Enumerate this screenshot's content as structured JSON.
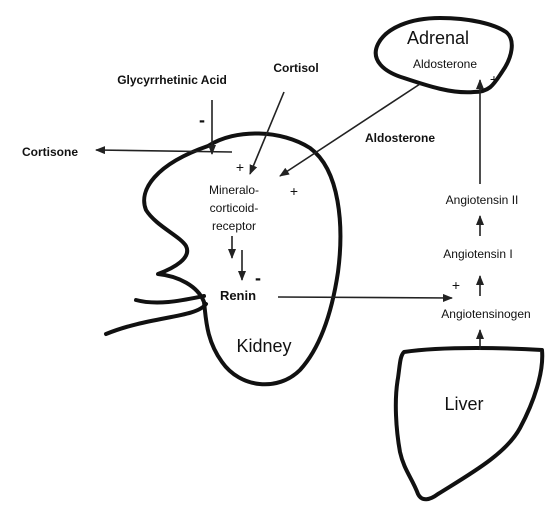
{
  "organs": {
    "adrenal": "Adrenal",
    "kidney": "Kidney",
    "liver": "Liver"
  },
  "substances": {
    "glycyrrhetinic_acid": "Glycyrrhetinic Acid",
    "cortisol": "Cortisol",
    "cortisone": "Cortisone",
    "aldosterone_external": "Aldosterone",
    "aldosterone_adrenal": "Aldosterone",
    "receptor_line1": "Mineralo-",
    "receptor_line2": "corticoid-",
    "receptor_line3": "receptor",
    "renin": "Renin",
    "angiotensin_ii": "Angiotensin II",
    "angiotensin_i": "Angiotensin I",
    "angiotensinogen": "Angiotensinogen"
  },
  "signs": {
    "glycyrrhetinic_inhibits": "-",
    "cortisol_activates": "+",
    "aldosterone_activates": "+",
    "receptor_inhibits_renin": "-",
    "renin_activates": "+",
    "adrenal_activates": "+"
  }
}
